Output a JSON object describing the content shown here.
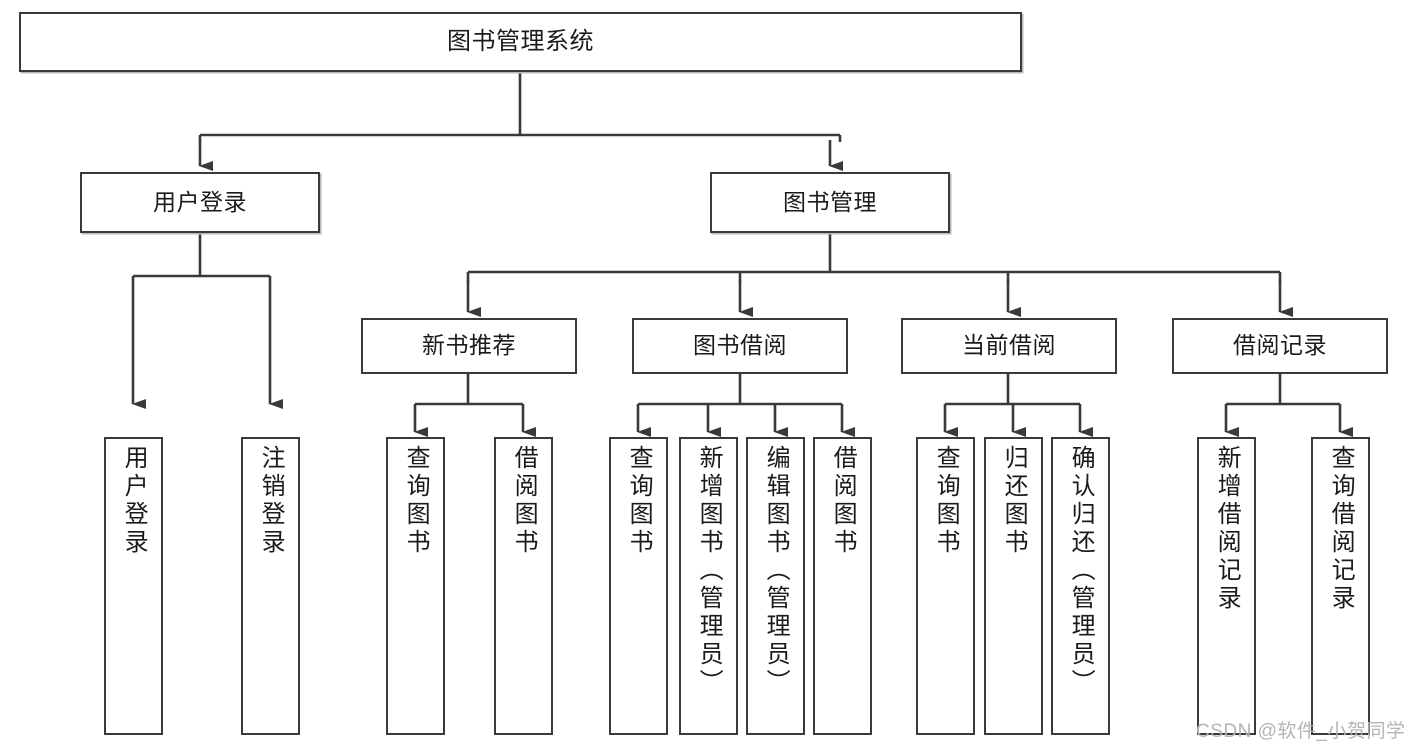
{
  "diagram": {
    "type": "tree-hierarchy",
    "title": "图书管理系统",
    "orientation": "top-down",
    "line_color": "#3a3a3a",
    "box_fill": "#ffffff",
    "text_color": "#1b1b1b"
  },
  "nodes": {
    "root": {
      "label": "图书管理系统"
    },
    "level2": [
      {
        "id": "user-login",
        "label": "用户登录"
      },
      {
        "id": "book-manage",
        "label": "图书管理"
      }
    ],
    "level3": [
      {
        "id": "new-book-rec",
        "label": "新书推荐"
      },
      {
        "id": "book-borrow",
        "label": "图书借阅"
      },
      {
        "id": "current-borrow",
        "label": "当前借阅"
      },
      {
        "id": "borrow-record",
        "label": "借阅记录"
      }
    ],
    "leaves": {
      "user_login": [
        {
          "id": "leaf-user-login",
          "label": "用户登录"
        },
        {
          "id": "leaf-logout",
          "label": "注销登录"
        }
      ],
      "new_book_rec": [
        {
          "id": "leaf-query-book-1",
          "label": "查询图书"
        },
        {
          "id": "leaf-borrow-book-1",
          "label": "借阅图书"
        }
      ],
      "book_borrow": [
        {
          "id": "leaf-query-book-2",
          "label": "查询图书"
        },
        {
          "id": "leaf-add-book",
          "label": "新增图书（管理员）"
        },
        {
          "id": "leaf-edit-book",
          "label": "编辑图书（管理员）"
        },
        {
          "id": "leaf-borrow-book-2",
          "label": "借阅图书"
        }
      ],
      "current_borrow": [
        {
          "id": "leaf-query-book-3",
          "label": "查询图书"
        },
        {
          "id": "leaf-return-book",
          "label": "归还图书"
        },
        {
          "id": "leaf-confirm-return",
          "label": "确认归还（管理员）"
        }
      ],
      "borrow_record": [
        {
          "id": "leaf-add-record",
          "label": "新增借阅记录"
        },
        {
          "id": "leaf-query-record",
          "label": "查询借阅记录"
        }
      ]
    }
  },
  "watermark": {
    "text": "CSDN @软件_小贺同学"
  }
}
